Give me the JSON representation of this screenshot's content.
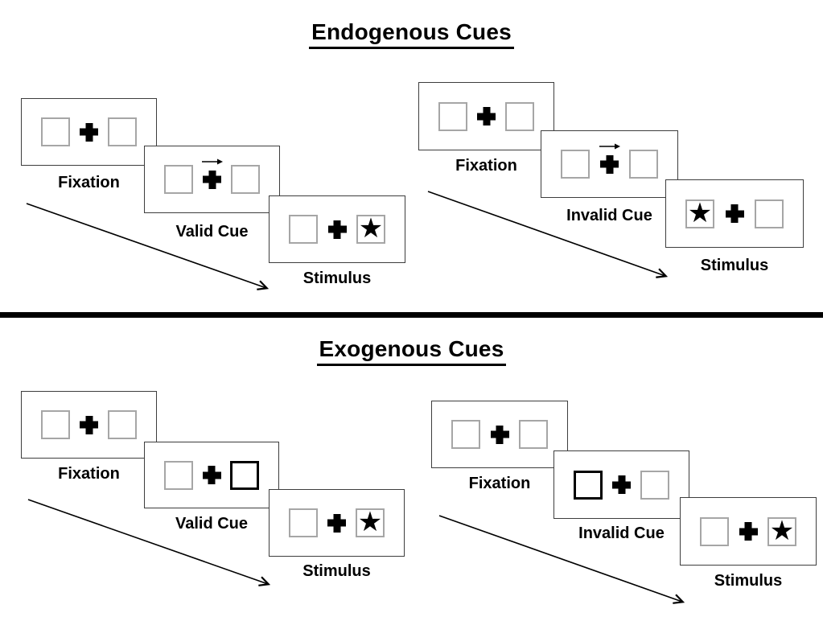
{
  "sections": [
    {
      "title": "Endogenous Cues",
      "groups": [
        {
          "name": "valid-trial",
          "panels": [
            {
              "label": "Fixation",
              "left_box": "empty",
              "right_box": "empty",
              "cue": "none"
            },
            {
              "label": "Valid Cue",
              "left_box": "empty",
              "right_box": "empty",
              "cue": "right-arrow-above-cross"
            },
            {
              "label": "Stimulus",
              "left_box": "empty",
              "right_box": "star",
              "cue": "none"
            }
          ]
        },
        {
          "name": "invalid-trial",
          "panels": [
            {
              "label": "Fixation",
              "left_box": "empty",
              "right_box": "empty",
              "cue": "none"
            },
            {
              "label": "Invalid Cue",
              "left_box": "empty",
              "right_box": "empty",
              "cue": "right-arrow-above-cross"
            },
            {
              "label": "Stimulus",
              "left_box": "star",
              "right_box": "empty",
              "cue": "none"
            }
          ]
        }
      ]
    },
    {
      "title": "Exogenous Cues",
      "groups": [
        {
          "name": "valid-trial",
          "panels": [
            {
              "label": "Fixation",
              "left_box": "empty",
              "right_box": "empty",
              "cue": "none"
            },
            {
              "label": "Valid Cue",
              "left_box": "empty",
              "right_box": "highlighted",
              "cue": "right-box-highlighted"
            },
            {
              "label": "Stimulus",
              "left_box": "empty",
              "right_box": "star",
              "cue": "none"
            }
          ]
        },
        {
          "name": "invalid-trial",
          "panels": [
            {
              "label": "Fixation",
              "left_box": "empty",
              "right_box": "empty",
              "cue": "none"
            },
            {
              "label": "Invalid Cue",
              "left_box": "highlighted",
              "right_box": "empty",
              "cue": "left-box-highlighted"
            },
            {
              "label": "Stimulus",
              "left_box": "empty",
              "right_box": "star",
              "cue": "none"
            }
          ]
        }
      ]
    }
  ],
  "icons": {
    "star": "★",
    "fixation_cross": "+",
    "cue_direction_arrow": "→",
    "sequence_arrow": "↘"
  },
  "colors": {
    "panel_border": "#3d3d3d",
    "box_border": "#a6a6a6",
    "highlight_box_border": "#000000",
    "ink": "#000000",
    "divider": "#000000",
    "background": "#ffffff"
  }
}
